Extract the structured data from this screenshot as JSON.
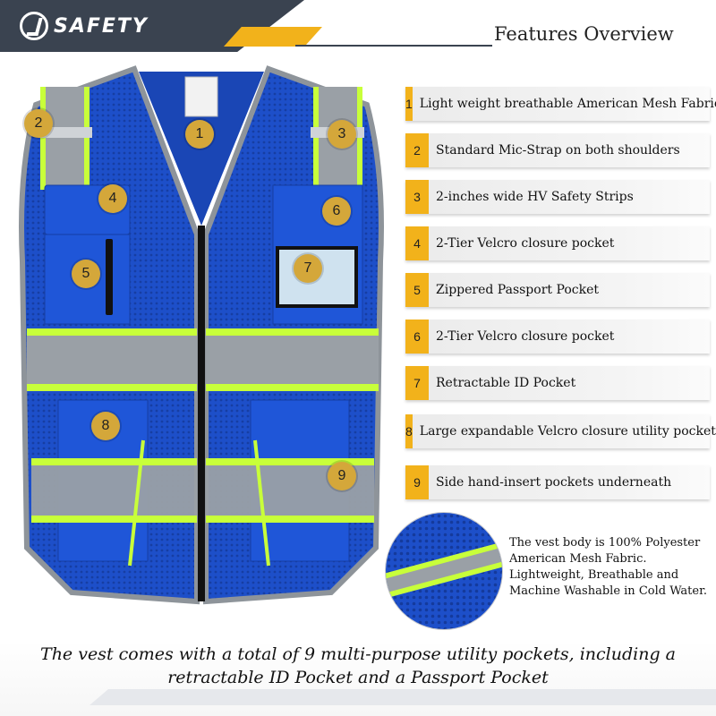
{
  "brand": {
    "logo_text": "SAFETY"
  },
  "header": {
    "title": "Features Overview"
  },
  "colors": {
    "accent": "#f2b21b",
    "vest_blue": "#1d4fc9",
    "reflective_gray": "#9aa0a6",
    "hi_vis_yellow": "#c8ff3a",
    "badge": "#d4a73a",
    "header_dark": "#3a4350"
  },
  "callouts": [
    "1",
    "2",
    "3",
    "4",
    "5",
    "6",
    "7",
    "8",
    "9"
  ],
  "features": [
    {
      "num": "1",
      "text": "Light weight breathable American Mesh Fabric"
    },
    {
      "num": "2",
      "text": "Standard Mic-Strap on both shoulders"
    },
    {
      "num": "3",
      "text": "2-inches wide HV Safety Strips"
    },
    {
      "num": "4",
      "text": "2-Tier Velcro closure pocket"
    },
    {
      "num": "5",
      "text": "Zippered Passport Pocket"
    },
    {
      "num": "6",
      "text": "2-Tier Velcro closure pocket"
    },
    {
      "num": "7",
      "text": "Retractable ID Pocket"
    },
    {
      "num": "8",
      "text": "Large expandable Velcro closure utility pockets"
    },
    {
      "num": "9",
      "text": "Side hand-insert pockets underneath"
    }
  ],
  "fabric_note": {
    "lines": [
      "The vest body is 100% Polyester",
      "American Mesh Fabric.",
      "Lightweight, Breathable and",
      "Machine Washable in Cold Water."
    ]
  },
  "caption": {
    "line1": "The vest comes with a total of 9 multi-purpose utility pockets, including a",
    "line2": "retractable ID Pocket and a Passport Pocket"
  }
}
